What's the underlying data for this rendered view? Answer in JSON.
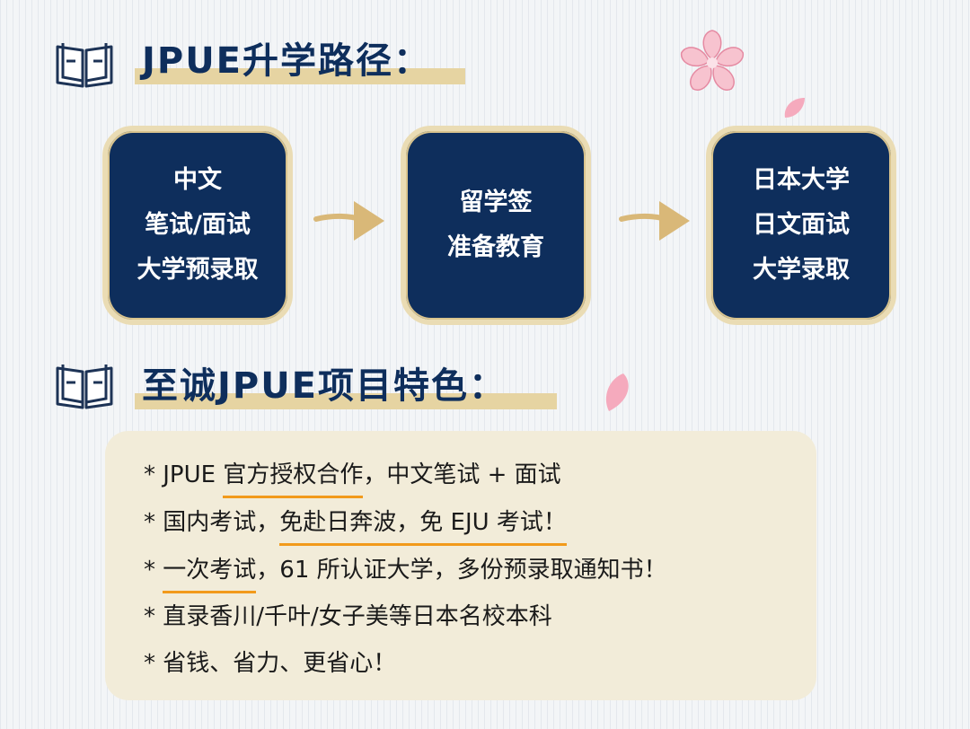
{
  "sections": {
    "path_title": "JPUE升学路径：",
    "features_title": "至诚JPUE项目特色："
  },
  "steps": [
    {
      "lines": [
        "中文",
        "笔试/面试",
        "大学预录取"
      ]
    },
    {
      "lines": [
        "留学签",
        "准备教育"
      ]
    },
    {
      "lines": [
        "日本大学",
        "日文面试",
        "大学录取"
      ]
    }
  ],
  "features": [
    {
      "a": "* JPUE ",
      "u": "官方授权合作",
      "b": "，中文笔试 + 面试"
    },
    {
      "a": "* 国内考试，",
      "u": "免赴日奔波，免 EJU 考试！",
      "b": ""
    },
    {
      "a": "* ",
      "u": "一次考试",
      "b": "，61 所认证大学，多份预录取通知书！"
    },
    {
      "a": "* 直录香川/千叶/女子美等日本名校本科",
      "u": "",
      "b": ""
    },
    {
      "a": "* 省钱、省力、更省心！",
      "u": "",
      "b": ""
    }
  ],
  "colors": {
    "navy": "#0e2e5c",
    "gold": "#e6d4a2",
    "underline": "#f29a1b",
    "panel": "#f2ecd9",
    "petal": "#f7b8c8"
  },
  "icons": [
    "open-book-icon",
    "arrow-right-icon",
    "sakura-flower-icon",
    "sakura-petal-icon"
  ]
}
